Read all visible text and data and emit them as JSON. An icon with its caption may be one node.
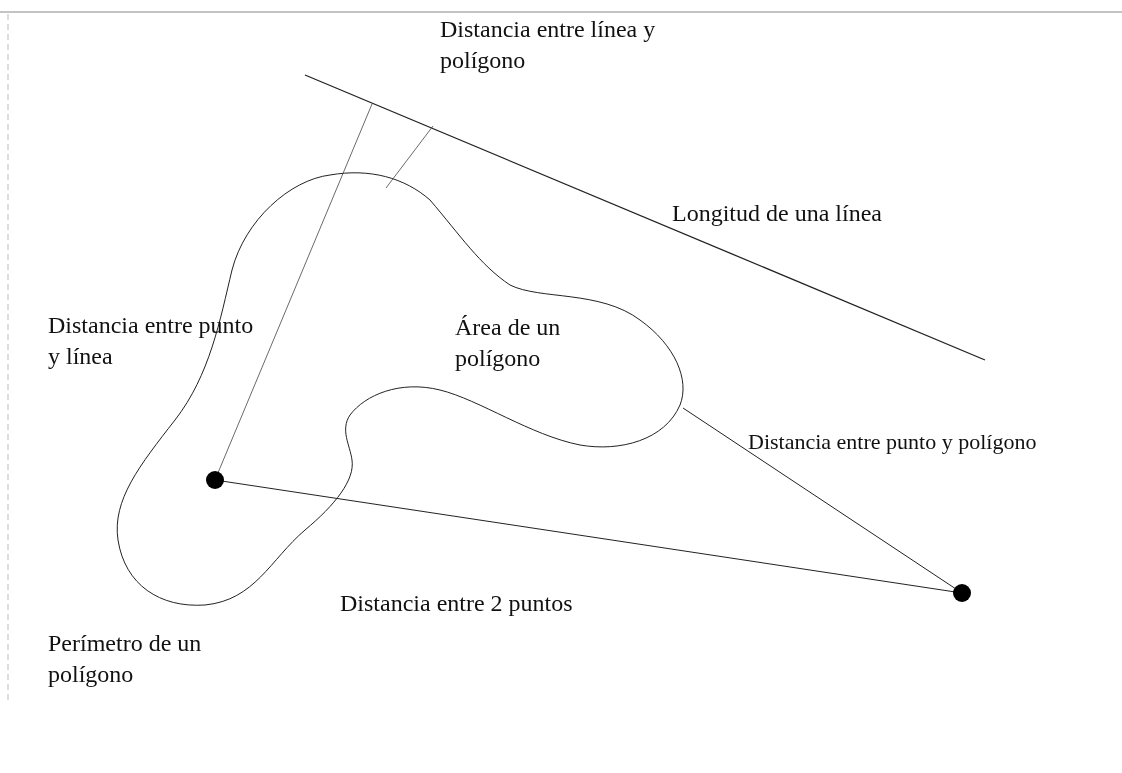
{
  "diagram": {
    "labels": [
      "Distancia entre línea y polígono",
      "Longitud de una línea",
      "Distancia entre punto y línea",
      "Área de un polígono",
      "Distancia entre punto y polígono",
      "Distancia entre 2 puntos",
      "Perímetro de un polígono"
    ]
  }
}
